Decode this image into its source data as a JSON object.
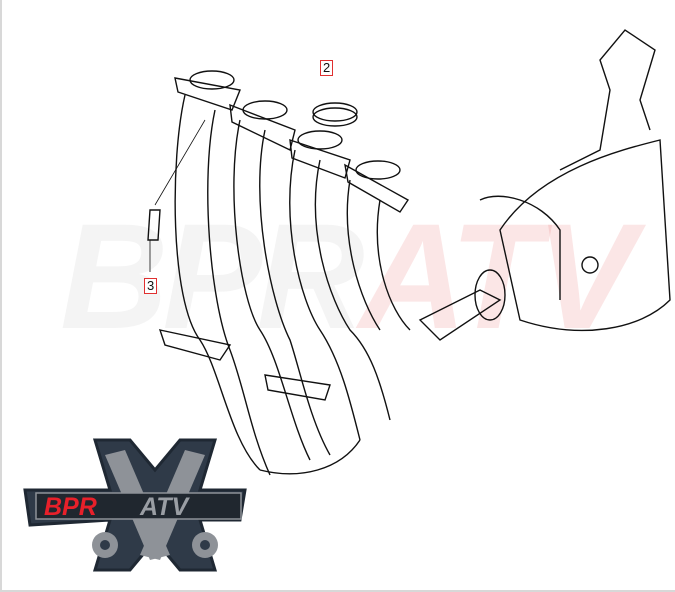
{
  "diagram": {
    "callouts": [
      {
        "id": "2",
        "label": "2"
      },
      {
        "id": "3",
        "label": "3"
      }
    ],
    "watermark": {
      "part1": "BPR",
      "part2": "ATV"
    },
    "logo": {
      "text_red": "BPR",
      "text_gray": "ATV",
      "red": "#e8202a",
      "gray": "#9a9ea4",
      "bg": "#2f3a48"
    }
  }
}
